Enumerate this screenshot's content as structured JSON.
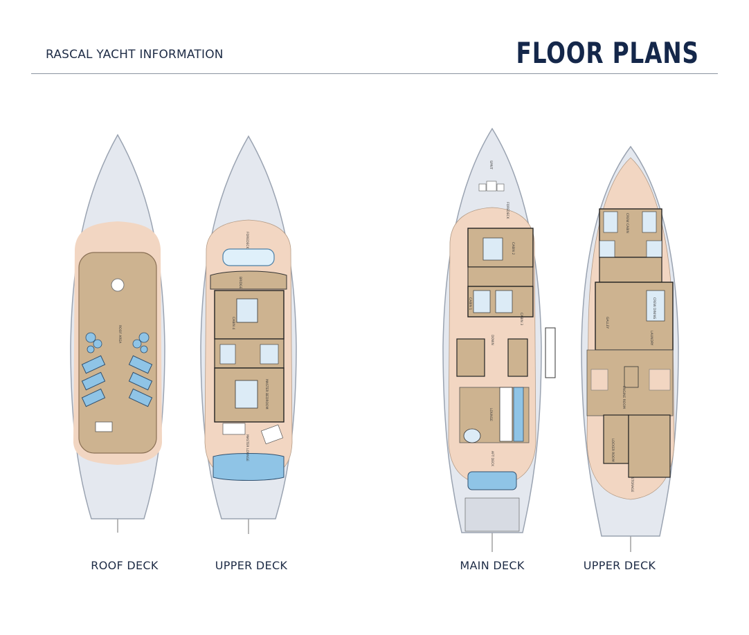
{
  "header": {
    "subtitle": "RASCAL YACHT INFORMATION",
    "title": "FLOOR PLANS"
  },
  "decks": [
    {
      "label": "ROOF DECK"
    },
    {
      "label": "UPPER DECK"
    },
    {
      "label": "MAIN DECK"
    },
    {
      "label": "UPPER DECK"
    }
  ],
  "room_labels": {
    "roof_area": "ROOF AREA",
    "foredeck": "FOREDECK",
    "bridge": "BRIDGE",
    "cabin_4": "CABIN 4",
    "master_bedroom": "MASTER BEDROOM",
    "master_lounge": "MASTER LOUNGE",
    "sprit": "SPRIT",
    "cabin_1": "CABIN 1",
    "cabin_2": "CABIN 2",
    "cabin_3": "CABIN 3",
    "lounge": "LOUNGE",
    "aft_deck": "AFT DECK",
    "down": "DOWN",
    "crew_cabin": "CREW CABIN",
    "galley": "GALLEY",
    "crew_dining": "CREW DINING",
    "laundry": "LAUNDRY",
    "engine_room": "ENGINE ROOM",
    "locker_room": "LOCKER ROOM",
    "storage": "STORAGE"
  },
  "colors": {
    "hull": "#e4e8ef",
    "deck_tan": "#f2d6c2",
    "wood": "#cdb390",
    "accent_blue": "#8fc4e6",
    "navy": "#14274a"
  }
}
